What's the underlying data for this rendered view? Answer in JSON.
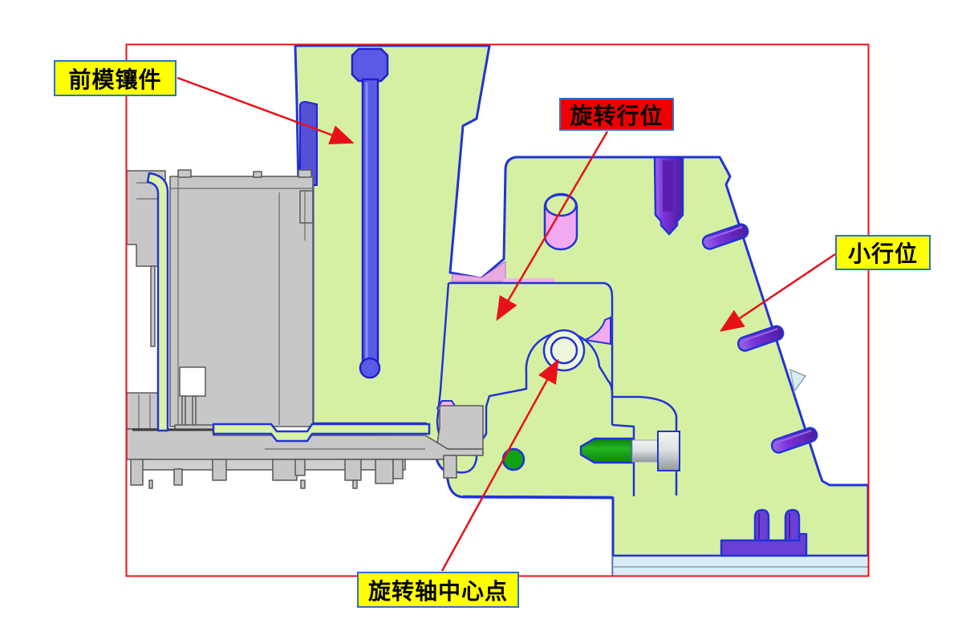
{
  "diagram": {
    "type": "mold-cross-section",
    "labels": {
      "front_insert": {
        "text": "前模镶件",
        "bg": "#ffff00",
        "border": "#2b72c8",
        "text_color": "#000000"
      },
      "rotary_slide": {
        "text": "旋转行位",
        "bg": "#ee0000",
        "border": "#2b72c8",
        "text_color": "#000000"
      },
      "small_slide": {
        "text": "小行位",
        "bg": "#ffff00",
        "border": "#2b72c8",
        "text_color": "#000000"
      },
      "pivot_center": {
        "text": "旋转轴中心点",
        "bg": "#ffff00",
        "border": "#2b72c8",
        "text_color": "#000000"
      }
    },
    "colors": {
      "frame_red": "#e8111a",
      "arrow_red": "#e8111a",
      "part_green": "#d6f0a3",
      "outline_blue": "#2233d6",
      "pin_purple": "#7a30d8",
      "rod_blue_violet": "#5a5ae6",
      "pink": "#f2aaf0",
      "dowel_dark_green": "#12a014",
      "plate_light_blue": "#d9ecf8",
      "product_gray": "#c7c7c7",
      "label_yellow": "#ffff00",
      "label_red": "#ee0000"
    }
  }
}
